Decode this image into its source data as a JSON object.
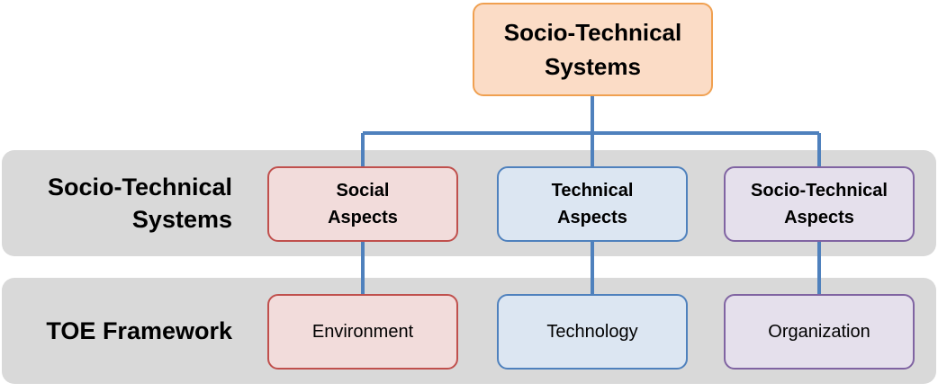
{
  "top": {
    "label": "Socio-Technical\nSystems"
  },
  "rows": [
    {
      "label": "Socio-Technical\nSystems",
      "boxes": [
        "Social\nAspects",
        "Technical\nAspects",
        "Socio-Technical\nAspects"
      ]
    },
    {
      "label": "TOE Framework",
      "boxes": [
        "Environment",
        "Technology",
        "Organization"
      ]
    }
  ],
  "colors": {
    "connector": "#4f81bd",
    "band": "#d9d9d9",
    "top_fill": "#fbdcc6",
    "top_border": "#f0a050",
    "red_fill": "#f2dcdb",
    "red_border": "#c0504d",
    "blue_fill": "#dce6f2",
    "blue_border": "#4f81bd",
    "purple_fill": "#e5e0ec",
    "purple_border": "#8064a2"
  }
}
